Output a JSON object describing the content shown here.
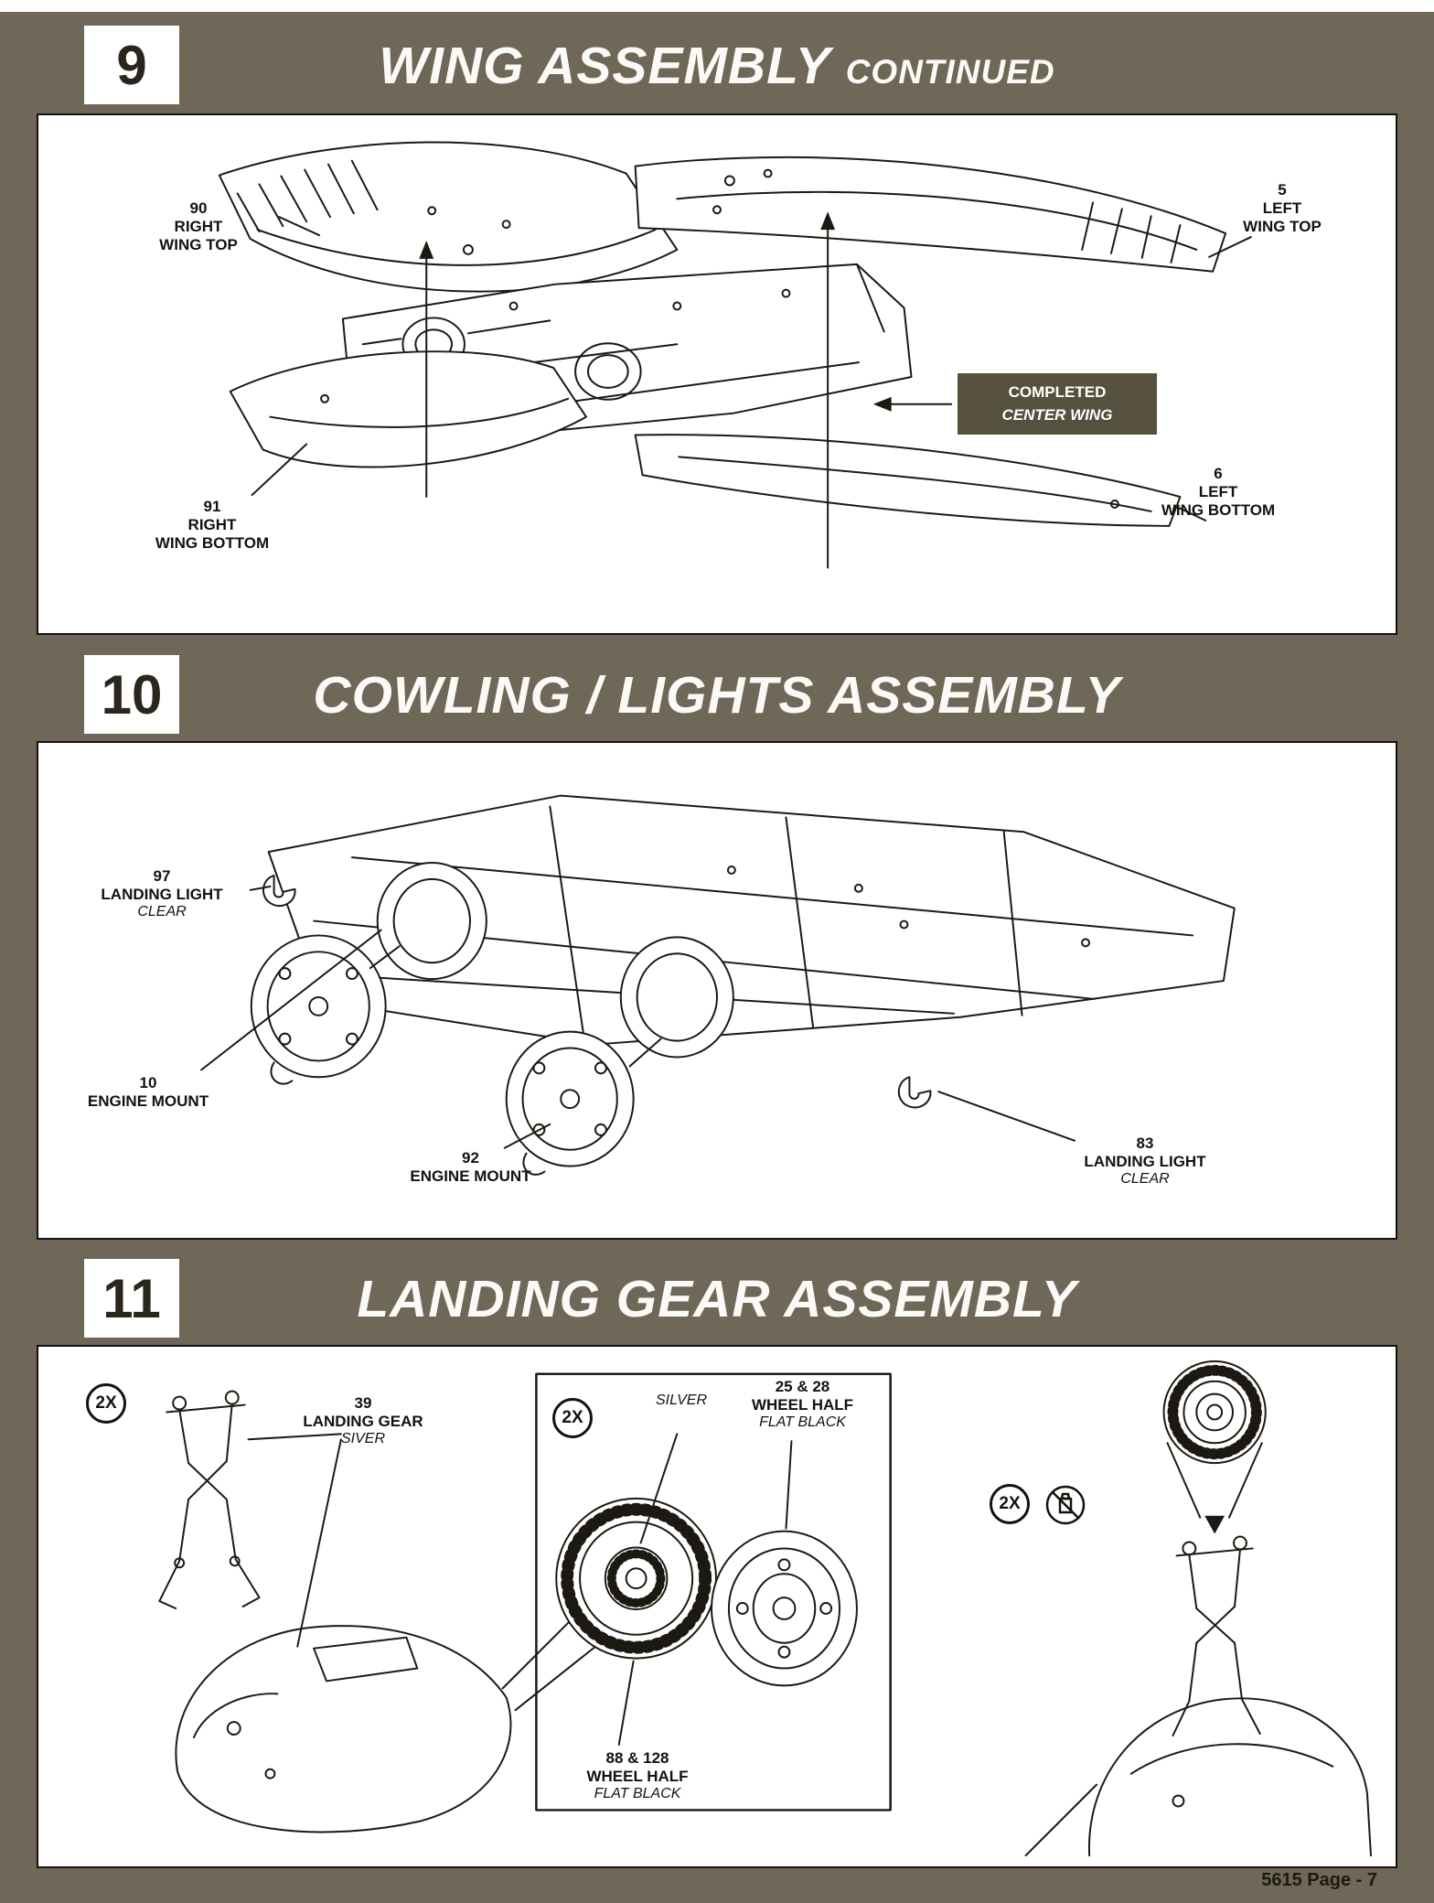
{
  "page": {
    "footer": "5615 Page - 7",
    "colors": {
      "background": "#6f6757",
      "panel": "#ffffff",
      "ink": "#1c1913",
      "callout_background": "#56503e",
      "header_text": "#fbfaf6"
    }
  },
  "steps": [
    {
      "number": "9",
      "title": "WING ASSEMBLY",
      "suffix": "CONTINUED",
      "labels": [
        {
          "num": "90",
          "line1": "RIGHT",
          "line2": "WING TOP"
        },
        {
          "num": "5",
          "line1": "LEFT",
          "line2": "WING TOP"
        },
        {
          "num": "91",
          "line1": "RIGHT",
          "line2": "WING BOTTOM"
        },
        {
          "num": "6",
          "line1": "LEFT",
          "line2": "WING BOTTOM"
        }
      ],
      "callout": {
        "line1": "COMPLETED",
        "line2": "CENTER WING"
      }
    },
    {
      "number": "10",
      "title": "COWLING / LIGHTS ASSEMBLY",
      "labels": [
        {
          "num": "97",
          "line1": "LANDING LIGHT",
          "note": "CLEAR"
        },
        {
          "num": "10",
          "line1": "ENGINE MOUNT"
        },
        {
          "num": "92",
          "line1": "ENGINE MOUNT"
        },
        {
          "num": "83",
          "line1": "LANDING LIGHT",
          "note": "CLEAR"
        }
      ]
    },
    {
      "number": "11",
      "title": "LANDING GEAR ASSEMBLY",
      "multiplier": "2X",
      "labels": [
        {
          "num": "39",
          "line1": "LANDING GEAR",
          "note": "SIVER"
        },
        {
          "note": "SILVER"
        },
        {
          "num": "25 & 28",
          "line1": "WHEEL HALF",
          "note": "FLAT BLACK"
        },
        {
          "num": "88 & 128",
          "line1": "WHEEL HALF",
          "note": "FLAT BLACK"
        }
      ]
    }
  ]
}
